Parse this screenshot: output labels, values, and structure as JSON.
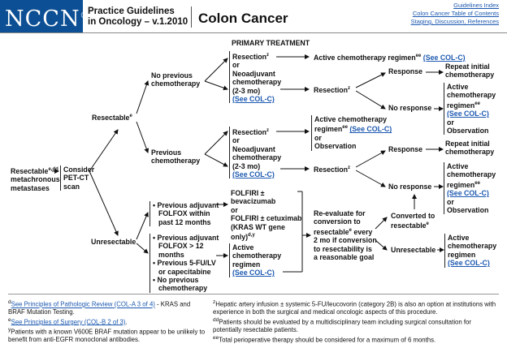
{
  "header": {
    "logo": "NCCN",
    "logo_mark": "®",
    "guidelines_line1": "Practice Guidelines",
    "guidelines_line2": "in Oncology – v.1.2010",
    "title": "Colon Cancer",
    "links": [
      "Guidelines Index",
      "Colon Cancer Table of Contents",
      "Staging, Discussion, References"
    ]
  },
  "flow": {
    "primary_treatment": "PRIMARY TREATMENT",
    "root": [
      "Resectable",
      "metachronous",
      "metastases"
    ],
    "root_sup": "e,dd",
    "consider": [
      "Consider",
      "PET-CT",
      "scan"
    ],
    "resectable": "Resectable",
    "resectable_sup": "e",
    "unresectable": "Unresectable",
    "no_prev": [
      "No previous",
      "chemotherapy"
    ],
    "prev": [
      "Previous",
      "chemotherapy"
    ],
    "top": {
      "resection": "Resection",
      "resection_sup": "z",
      "or": "or",
      "neo": [
        "Neoadjuvant",
        "chemotherapy",
        "(2-3 mo)"
      ],
      "see_col_c": "(See COL-C)",
      "active_regimen": "Active chemotherapy regimen",
      "active_sup": "ee",
      "see_col_c_inline": "(See COL-C)",
      "resection2": "Resection",
      "response": "Response",
      "repeat": [
        "Repeat initial",
        "chemotherapy"
      ],
      "no_response": "No response",
      "active_block": [
        "Active",
        "chemotherapy",
        "regimen"
      ],
      "active_block_sup": "ee",
      "see": "(See COL-C)",
      "or2": "or",
      "observation": "Observation"
    },
    "mid": {
      "resection": "Resection",
      "or": "or",
      "neo": [
        "Neoadjuvant",
        "chemotherapy",
        "(2-3 mo)"
      ],
      "see_col_c": "(See COL-C)",
      "active": [
        "Active chemotherapy",
        "regimen"
      ],
      "active_sup": "ee",
      "see_inline": "(See COL-C)",
      "or2": "or",
      "observation": "Observation",
      "resection2": "Resection",
      "response": "Response",
      "repeat": [
        "Repeat initial",
        "chemotherapy"
      ],
      "no_response": "No response",
      "active_block": [
        "Active",
        "chemotherapy",
        "regimen"
      ],
      "see": "(See COL-C)",
      "or3": "or",
      "observation2": "Observation"
    },
    "unres": {
      "bullets_a": [
        "Previous adjuvant",
        "FOLFOX within",
        "past 12 months"
      ],
      "bullets_b": [
        "Previous adjuvant",
        "FOLFOX > 12",
        "months"
      ],
      "bullets_c": [
        "Previous 5-FU/LV",
        "or capecitabine"
      ],
      "bullets_d": [
        "No previous",
        "chemotherapy"
      ],
      "folfiri": [
        "FOLFIRI ±",
        "bevacizumab",
        "or",
        "FOLFIRI ± cetuximab",
        "(KRAS WT gene",
        "only)"
      ],
      "folfiri_sup": "d,y",
      "active": [
        "Active",
        "chemotherapy",
        "regimen"
      ],
      "see": "(See COL-C)",
      "reeval": [
        "Re-evaluate for",
        "conversion to",
        "resectable",
        "every",
        "2 mo if conversion",
        "to resectability is",
        "a reasonable goal"
      ],
      "reeval_sup": "e",
      "converted": [
        "Converted to",
        "resectable"
      ],
      "converted_sup": "e",
      "unresectable": "Unresectable",
      "active_right": [
        "Active",
        "chemotherapy",
        "regimen"
      ],
      "see_right": "(See COL-C)"
    }
  },
  "footnotes": {
    "d": {
      "mark": "d",
      "link": "See Principles of Pathologic Review (COL-A 3 of 4)",
      "text": " - KRAS and BRAF Mutation Testing."
    },
    "e": {
      "mark": "e",
      "link": "See Principles of Surgery (COL-B 2 of 3)",
      "text": "."
    },
    "y": {
      "mark": "y",
      "text": "Patients with a known V600E BRAF mutation appear to be unlikely to benefit from anti-EGFR monoclonal antibodies."
    },
    "z": {
      "mark": "z",
      "text": "Hepatic artery infusion ± systemic 5-FU/leucovorin (category 2B) is also an option at institutions with experience in both the surgical and medical oncologic aspects of this procedure."
    },
    "dd": {
      "mark": "dd",
      "text": "Patients should be evaluated by a multidisciplinary team including surgical consultation for potentially resectable patients."
    },
    "ee": {
      "mark": "ee",
      "text": "Total perioperative therapy should be considered for a maximum of 6 months."
    }
  }
}
